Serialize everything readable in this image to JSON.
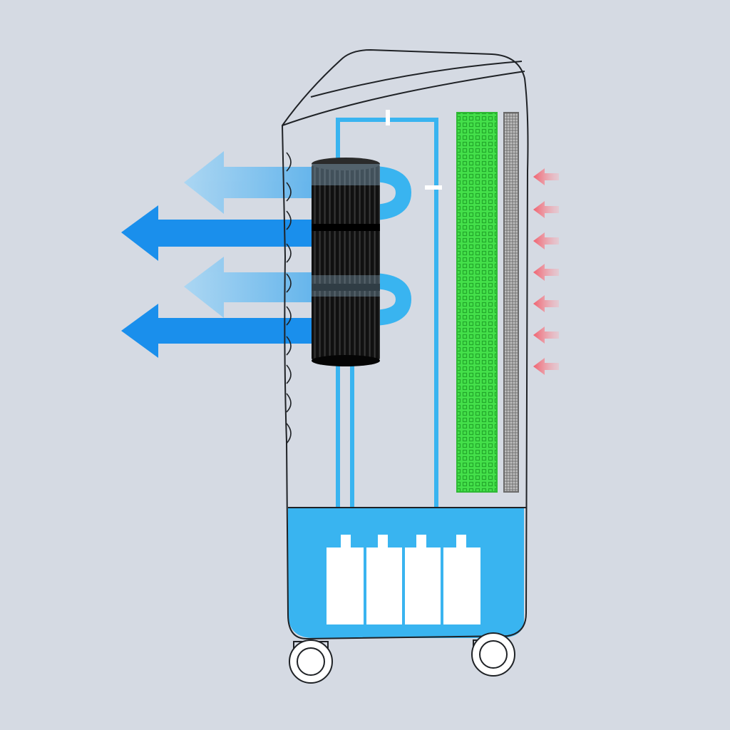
{
  "colors": {
    "background": "#d5dae3",
    "water_blue": "#39b4f0",
    "arrow_blue": "#1a8fec",
    "arrow_light_blue": "#7fc4f0",
    "cooling_pad_green": "#44e04a",
    "filter_gray": "#8a8a8a",
    "intake_red": "#f06a78",
    "fan_black": "#0d0d0d",
    "outline": "#1f2226"
  },
  "components": {
    "water_tank": {
      "ice_packs": 4
    },
    "intake_arrows": {
      "count": 7
    },
    "outflow_arrows": {
      "dark": 2,
      "light": 2
    },
    "wheels": 2
  }
}
